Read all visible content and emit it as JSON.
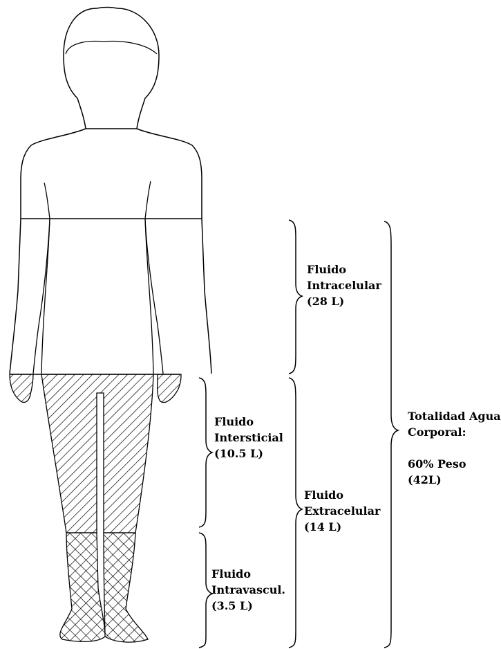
{
  "colors": {
    "ink": "#000000",
    "paper": "#ffffff"
  },
  "labels": {
    "intracelular": {
      "line1": "Fluido",
      "line2": "Intracelular",
      "line3": "(28 L)"
    },
    "intersticial": {
      "line1": "Fluido",
      "line2": "Intersticial",
      "line3": "(10.5 L)"
    },
    "intravascular": {
      "line1": "Fluido",
      "line2": "Intravascul.",
      "line3": "(3.5 L)"
    },
    "extracelular": {
      "line1": "Fluido",
      "line2": "Extracelular",
      "line3": "(14 L)"
    },
    "total": {
      "line1": "Totalidad Agua",
      "line2": "Corporal:",
      "line3": "60% Peso",
      "line4": "(42L)"
    }
  }
}
